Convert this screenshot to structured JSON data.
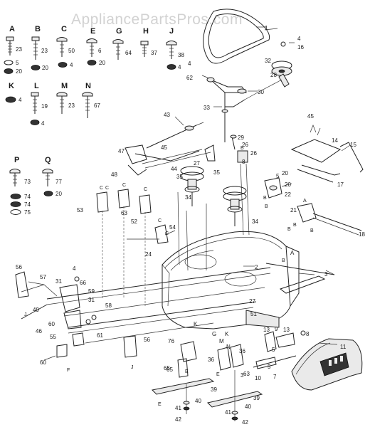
{
  "watermark": "AppliancePartsPros.com",
  "hardware_letters": [
    "A",
    "B",
    "C",
    "E",
    "G",
    "H",
    "J",
    "K",
    "L",
    "M",
    "N",
    "P",
    "Q"
  ],
  "hardware_numbers": [
    "23",
    "5",
    "20",
    "23",
    "20",
    "50",
    "4",
    "6",
    "20",
    "64",
    "37",
    "38",
    "4",
    "4",
    "19",
    "4",
    "23",
    "67",
    "73",
    "74",
    "74",
    "75",
    "77",
    "20"
  ],
  "callouts": [
    "1",
    "4",
    "16",
    "32",
    "28",
    "62",
    "4",
    "30",
    "33",
    "29",
    "45",
    "14",
    "15",
    "17",
    "43",
    "47",
    "45",
    "44",
    "27",
    "26",
    "35",
    "35",
    "20",
    "22",
    "48",
    "34",
    "34",
    "21",
    "18",
    "53",
    "63",
    "52",
    "54",
    "24",
    "2",
    "A",
    "3",
    "56",
    "57",
    "4",
    "66",
    "31",
    "59",
    "31",
    "58",
    "49",
    "46",
    "60",
    "65",
    "61",
    "55",
    "56",
    "60",
    "76",
    "K",
    "G",
    "M",
    "K",
    "N",
    "36",
    "36",
    "13",
    "9",
    "8",
    "51",
    "27",
    "13",
    "11",
    "10",
    "7",
    "5",
    "5",
    "3",
    "63",
    "65",
    "39",
    "39",
    "40",
    "41",
    "42",
    "40",
    "41",
    "42",
    "C",
    "C",
    "C",
    "C",
    "C",
    "B",
    "B",
    "B",
    "B",
    "C",
    "A",
    "B",
    "E",
    "J",
    "J",
    "F",
    "E",
    "E",
    "26",
    "8",
    "5",
    "20",
    "B",
    "B"
  ],
  "icons": {
    "bolt": "hex-bolt-icon",
    "nut": "nut-icon",
    "washer": "washer-icon",
    "belt": "drive-belt-icon",
    "pulley": "pulley-icon",
    "blade": "mower-blade-icon",
    "deck": "mower-deck-icon",
    "chute": "discharge-chute-icon"
  }
}
